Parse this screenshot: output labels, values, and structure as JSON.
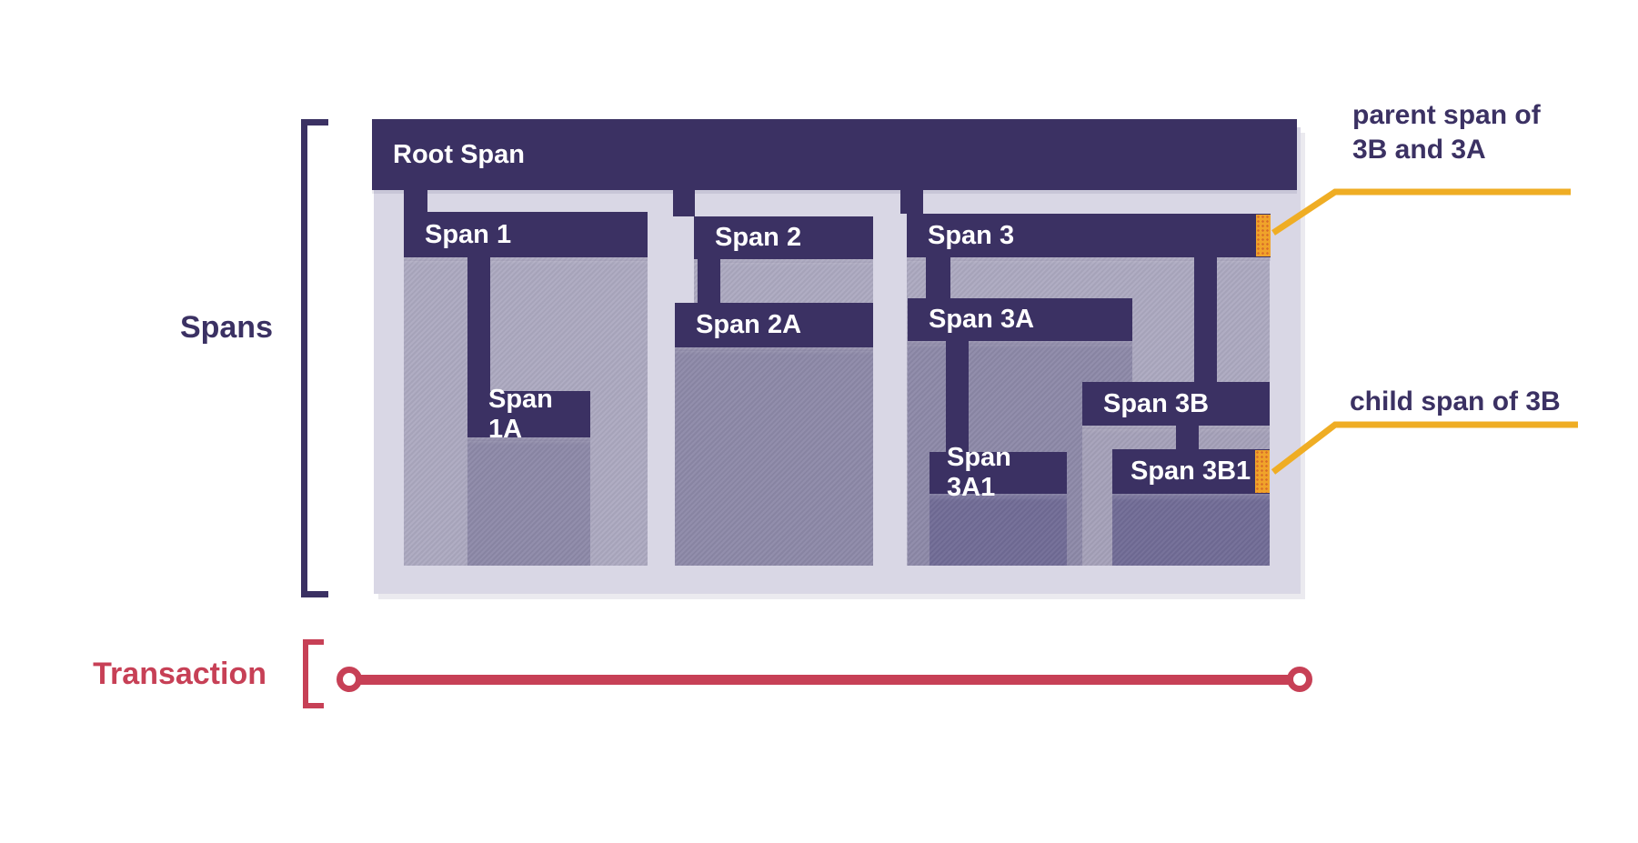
{
  "labels": {
    "spans": "Spans",
    "transaction": "Transaction"
  },
  "diagram": {
    "root": "Root Span",
    "span1": "Span 1",
    "span1a": "Span 1A",
    "span2": "Span 2",
    "span2a": "Span 2A",
    "span3": "Span 3",
    "span3a": "Span 3A",
    "span3b": "Span 3B",
    "span3a1": "Span 3A1",
    "span3b1": "Span 3B1"
  },
  "annotations": {
    "parent_of_3b_3a": {
      "line1": "parent span of",
      "line2": "3B and 3A"
    },
    "child_of_3b": {
      "text": "child span of 3B"
    }
  },
  "colors": {
    "bar": "#3B3163",
    "level1": "#ACA9C0",
    "level2": "#8D89A8",
    "level2b": "#A5A1B9",
    "level3": "#716C96",
    "container": "#D9D7E5",
    "accent_yellow": "#EFAD24",
    "marker_orange": "#F0A32A",
    "transaction_red": "#C74056",
    "text_dark": "#3B3163"
  }
}
